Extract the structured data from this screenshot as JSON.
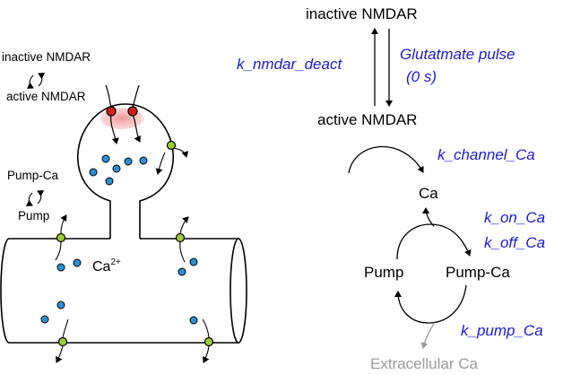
{
  "colors": {
    "rate_text": "#1a1adb",
    "gray_text": "#9a9a9a",
    "dendrite_fill": "#ffffff",
    "dendrite_stroke": "#000000",
    "nmdar_receptor": "#d81b1b",
    "nmdar_glow": "#f7a6a6",
    "pump": "#9acd32",
    "calcium": "#2a8fd6"
  },
  "left_panel": {
    "nmdar_cycle": {
      "inactive": "inactive NMDAR",
      "active": "active NMDAR"
    },
    "pump_cycle": {
      "bound": "Pump-Ca",
      "free": "Pump"
    },
    "calcium_label": "Ca",
    "calcium_charge": "2+"
  },
  "right_panel": {
    "species": {
      "inactive_nmdar": "inactive NMDAR",
      "active_nmdar": "active NMDAR",
      "ca": "Ca",
      "pump": "Pump",
      "pump_ca": "Pump-Ca",
      "extracellular_ca": "Extracellular Ca"
    },
    "rates": {
      "k_nmdar_deact": "k_nmdar_deact",
      "glutamate_line1": "Glutatmate pulse",
      "glutamate_line2": "(0 s)",
      "k_channel_ca": "k_channel_Ca",
      "k_on_ca": "k_on_Ca",
      "k_off_ca": "k_off_Ca",
      "k_pump_ca": "k_pump_Ca"
    }
  }
}
